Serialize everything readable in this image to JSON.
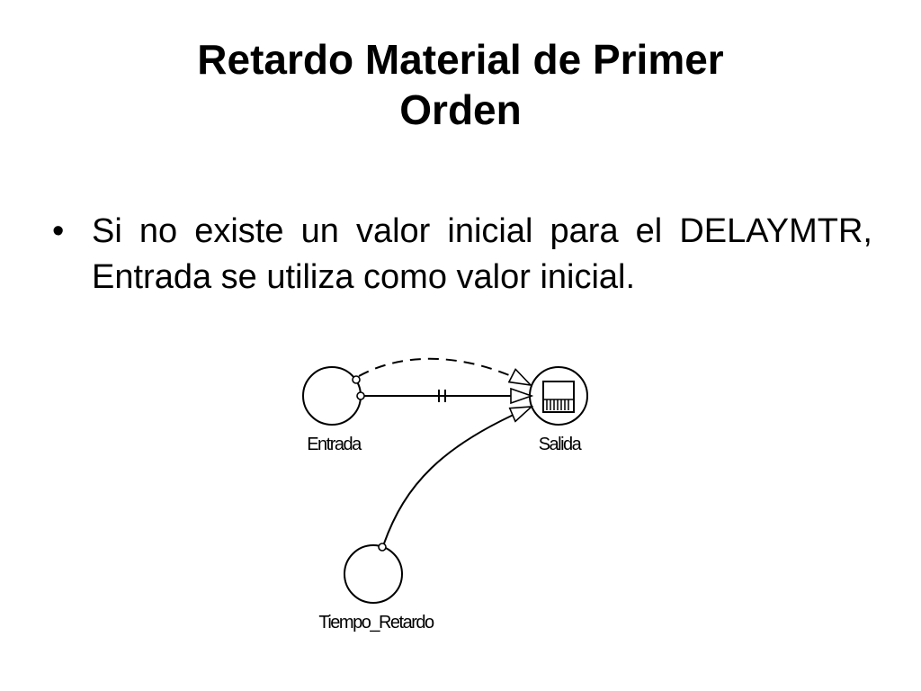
{
  "slide": {
    "title_line1": "Retardo Material de Primer",
    "title_line2": "Orden",
    "bullets": [
      {
        "marker": "•",
        "text": "Si no existe un valor inicial para el DELAYMTR, Entrada se utiliza como valor inicial."
      }
    ]
  },
  "diagram": {
    "nodes": {
      "entrada": {
        "label": "Entrada",
        "kind": "auxiliary"
      },
      "salida": {
        "label": "Salida",
        "kind": "auxiliary-with-delay-icon"
      },
      "tiempo_retardo": {
        "label": "Tiempo_Retardo",
        "kind": "auxiliary"
      }
    },
    "links": [
      {
        "from": "Entrada",
        "to": "Salida",
        "style": "dashed",
        "note": "initial-value link"
      },
      {
        "from": "Entrada",
        "to": "Salida",
        "style": "solid",
        "delay_mark": true
      },
      {
        "from": "Tiempo_Retardo",
        "to": "Salida",
        "style": "solid"
      }
    ],
    "colors": {
      "stroke": "#000000",
      "background": "#ffffff"
    }
  }
}
